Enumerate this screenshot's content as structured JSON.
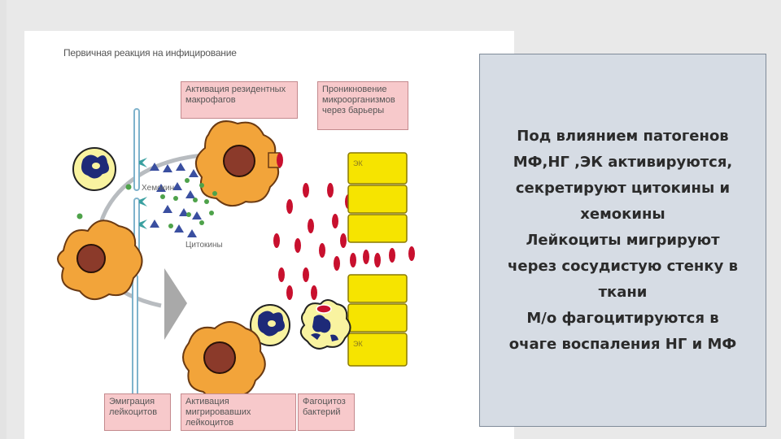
{
  "diagram": {
    "title": "Первичная реакция на инфицирование",
    "boxes": {
      "macrophage_activation": "Активация резидентных макрофагов",
      "penetration": "Проникновение микроорганизмов через барьеры",
      "emigration": "Эмиграция лейкоцитов",
      "migrated_activation": "Активация мигрировавших лейкоцитов",
      "phagocytosis": "Фагоцитоз бактерий"
    },
    "labels": {
      "chemokines": "Хемокин",
      "cytokines": "Цитокины",
      "ek_top": "ЭК",
      "ek_bottom": "ЭК"
    },
    "colors": {
      "macrophage": "#f2a43a",
      "nucleus": "#8b3a2a",
      "epithelium": "#f6e400",
      "bacteria": "#c8102e",
      "neutrophil_body": "#f9f3a0",
      "neutrophil_nucleus": "#1e2a78",
      "triangle": "#3a4fa0",
      "dot": "#4ea24a",
      "box_fill": "#f7c9cb"
    }
  },
  "textbox": {
    "lines": [
      "Под влиянием патогенов",
      "МФ,НГ ,ЭК активируются,",
      "секретируют цитокины и",
      "хемокины",
      "Лейкоциты мигрируют",
      "через сосудистую стенку в",
      "ткани",
      "М/о фагоцитируются в",
      "очаге воспаления НГ и МФ"
    ]
  }
}
